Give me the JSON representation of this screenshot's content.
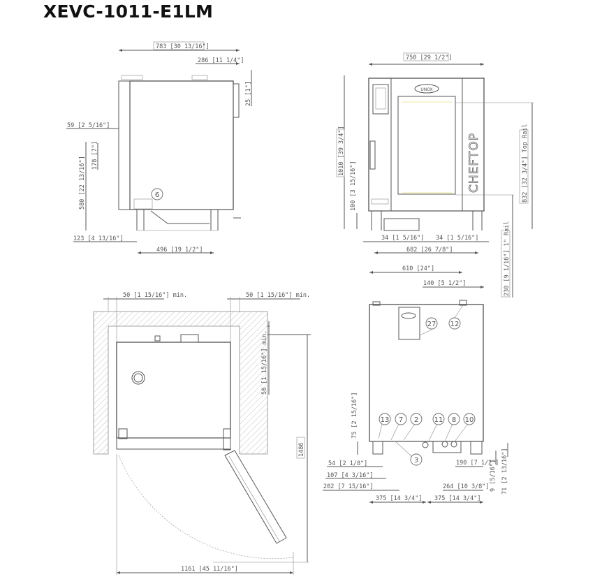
{
  "title": "XEVC-1011-E1LM",
  "side_view": {
    "overall_depth": "783 [30 13/16\"]",
    "top_connection": "286 [11 1/4\"]",
    "top_height": "25 [1\"]",
    "door_offset": "59 [2 5/16\"]",
    "handle_height": "178 [7\"]",
    "handle_from_floor": "580 [22 13/16\"]",
    "foot_offset": "123 [4 13/16\"]",
    "foot_span": "496 [19 1/2\"]",
    "callout": "6"
  },
  "front_view": {
    "overall_width": "750 [29 1/2\"]",
    "overall_height": "1010 [39 3/4\"]",
    "base_height": "100 [3 15/16\"]",
    "top_rail": "832 [32 3/4\"] Top Rail",
    "bottom_rail": "230 [9 1/16\"] 1\" Rail",
    "left_foot": "34 [1 5/16\"]",
    "right_foot": "34 [1 5/16\"]",
    "foot_span": "682 [26 7/8\"]",
    "brand_text": "CHEFTOP",
    "logo_text": "UNOX"
  },
  "rear_view": {
    "width": "610 [24\"]",
    "top_conn": "140 [5 1/2\"]",
    "conn_height": "75 [2 15/16\"]",
    "d54": "54 [2 1/8\"]",
    "d107": "107 [4 3/16\"]",
    "d202": "202 [7 15/16\"]",
    "left_half": "375 [14 3/4\"]",
    "right_half": "375 [14 3/4\"]",
    "d190": "190 [7 1/2\"]",
    "d264": "264 [10 3/8\"]",
    "d9": "9 [5/16\"]",
    "d71": "71 [2 13/16\"]",
    "callouts": [
      "27",
      "12",
      "13",
      "7",
      "2",
      "11",
      "8",
      "10",
      "3"
    ]
  },
  "clearance_view": {
    "left_clearance": "50 [1 15/16\"] min.",
    "right_clearance": "50 [1 15/16\"] min.",
    "rear_clearance": "50 [1 15/16\"] min.",
    "door_open_depth": "1486",
    "door_open_width": "1161 [45 11/16\"]"
  }
}
